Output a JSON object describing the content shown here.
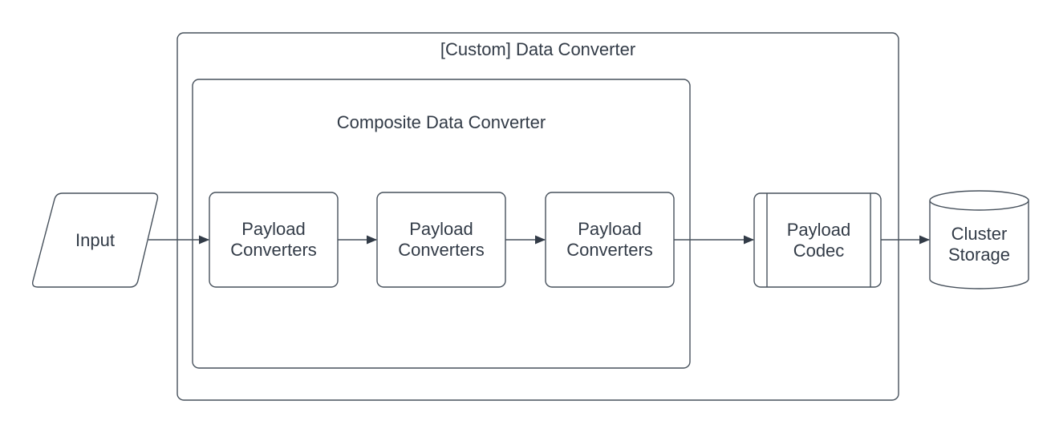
{
  "colors": {
    "stroke": "#47515c",
    "text": "#323b47",
    "background": "#ffffff"
  },
  "diagram": {
    "outer_container": {
      "label": "[Custom] Data Converter",
      "shape": "rounded-rectangle"
    },
    "inner_container": {
      "label": "Composite Data Converter",
      "shape": "rounded-rectangle"
    },
    "nodes": {
      "input": {
        "label": "Input",
        "shape": "parallelogram"
      },
      "converter1": {
        "label": "Payload Converters",
        "shape": "rounded-rectangle"
      },
      "converter2": {
        "label": "Payload Converters",
        "shape": "rounded-rectangle"
      },
      "converter3": {
        "label": "Payload Converters",
        "shape": "rounded-rectangle"
      },
      "codec": {
        "label": "Payload Codec",
        "shape": "predefined-process"
      },
      "storage": {
        "label": "Cluster Storage",
        "shape": "cylinder"
      }
    },
    "edges": [
      {
        "from": "input",
        "to": "converter1"
      },
      {
        "from": "converter1",
        "to": "converter2"
      },
      {
        "from": "converter2",
        "to": "converter3"
      },
      {
        "from": "converter3",
        "to": "codec"
      },
      {
        "from": "codec",
        "to": "storage"
      }
    ]
  }
}
